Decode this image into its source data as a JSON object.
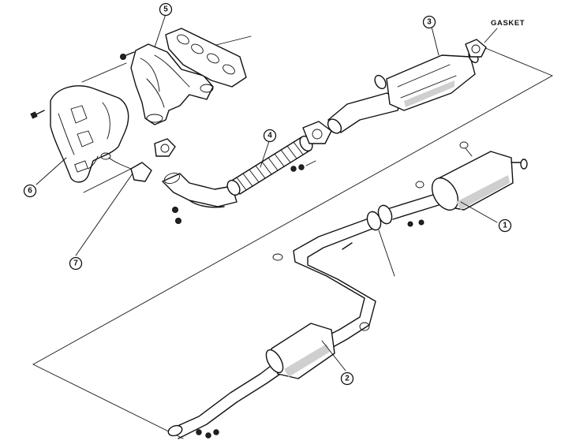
{
  "callouts": [
    {
      "id": "callout-1",
      "number": "1"
    },
    {
      "id": "callout-2",
      "number": "2"
    },
    {
      "id": "callout-3",
      "number": "3"
    },
    {
      "id": "callout-4",
      "number": "4"
    },
    {
      "id": "callout-5",
      "number": "5"
    },
    {
      "id": "callout-6",
      "number": "6"
    },
    {
      "id": "callout-7",
      "number": "7"
    }
  ],
  "labels": {
    "gasket": "GASKET"
  }
}
